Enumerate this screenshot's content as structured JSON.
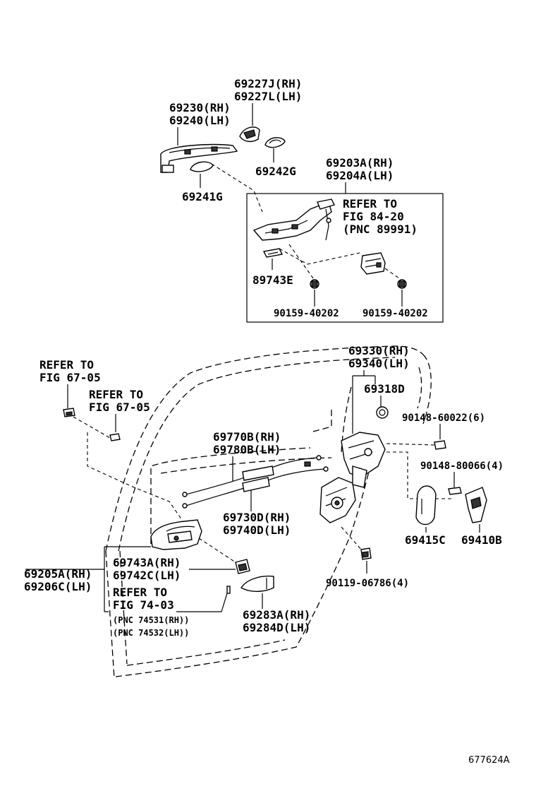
{
  "labels": {
    "p69227": [
      "69227J(RH)",
      "69227L(LH)"
    ],
    "p69230": [
      "69230(RH)",
      "69240(LH)"
    ],
    "p69242G": "69242G",
    "p69241G": "69241G",
    "p69203": [
      "69203A(RH)",
      "69204A(LH)"
    ],
    "refer_fig84": [
      "REFER TO",
      "FIG 84-20",
      "(PNC 89991)"
    ],
    "p89743E": "89743E",
    "bolt_left": "90159-40202",
    "bolt_right": "90159-40202",
    "p69330": [
      "69330(RH)",
      "69340(LH)"
    ],
    "p69318D": "69318D",
    "refer_fig67a": [
      "REFER TO",
      "FIG 67-05"
    ],
    "refer_fig67b": [
      "REFER TO",
      "FIG 67-05"
    ],
    "p90148_60022": "90148-60022(6)",
    "p90148_80066": "90148-80066(4)",
    "p69770": [
      "69770B(RH)",
      "69780B(LH)"
    ],
    "p69730": [
      "69730D(RH)",
      "69740D(LH)"
    ],
    "p69415C": "69415C",
    "p69410B": "69410B",
    "p69743": [
      "69743A(RH)",
      "69742C(LH)"
    ],
    "p69205": [
      "69205A(RH)",
      "69206C(LH)"
    ],
    "refer_fig74": [
      "REFER TO",
      "FIG 74-03"
    ],
    "pnc_rh": "(PNC 74531(RH))",
    "pnc_lh": "(PNC 74532(LH))",
    "p90119": "90119-06786(4)",
    "p69283": [
      "69283A(RH)",
      "69284D(LH)"
    ],
    "figure_id": "677624A"
  }
}
